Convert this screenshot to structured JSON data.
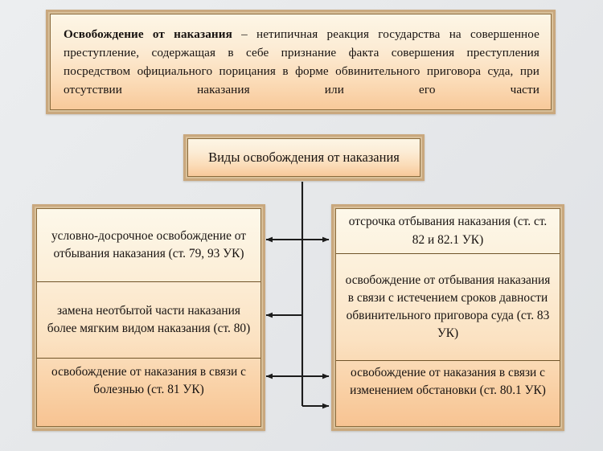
{
  "definition": {
    "lead": "Освобождение от наказания",
    "body": " – нетипичная реакция государства на совершенное преступление, содержащая в себе признание факта совершения преступления посредством официального порицания в форме обвинительного приговора суда, при отсутствии наказания или его части"
  },
  "title": {
    "text": "Виды освобождения от наказания"
  },
  "left_column": {
    "items": [
      {
        "text": "условно-досрочное освобождение от отбывания наказания (ст. 79, 93 УК)"
      },
      {
        "text": "замена неотбытой части наказания более мягким видом наказания (ст. 80)"
      },
      {
        "text": "освобождение от наказания в связи с болезнью (ст. 81 УК)"
      }
    ]
  },
  "right_column": {
    "items": [
      {
        "text": "отсрочка отбывания наказания (ст. ст. 82 и 82.1 УК)"
      },
      {
        "text": "освобождение от отбывания наказания в связи с истечением сроков давности обвинительного приговора суда (ст. 83 УК)"
      },
      {
        "text": "освобождение от наказания в связи с изменением обстановки (ст. 80.1 УК)"
      }
    ]
  },
  "connectors": [
    {
      "name": "trunk-vertical",
      "kind": "line"
    },
    {
      "name": "branch-1",
      "kind": "double-arrow"
    },
    {
      "name": "branch-2",
      "kind": "left-arrow"
    },
    {
      "name": "branch-3",
      "kind": "double-arrow"
    },
    {
      "name": "branch-4",
      "kind": "right-arrow"
    }
  ],
  "colors": {
    "box_fill_top": "#fdf8ea",
    "box_fill_bottom": "#f7c392",
    "box_border_outer": "#c9a87e",
    "box_border_inner": "#8a6a3c",
    "text": "#171210",
    "connector": "#1c1c1c",
    "page_background": "#e7e9eb"
  }
}
